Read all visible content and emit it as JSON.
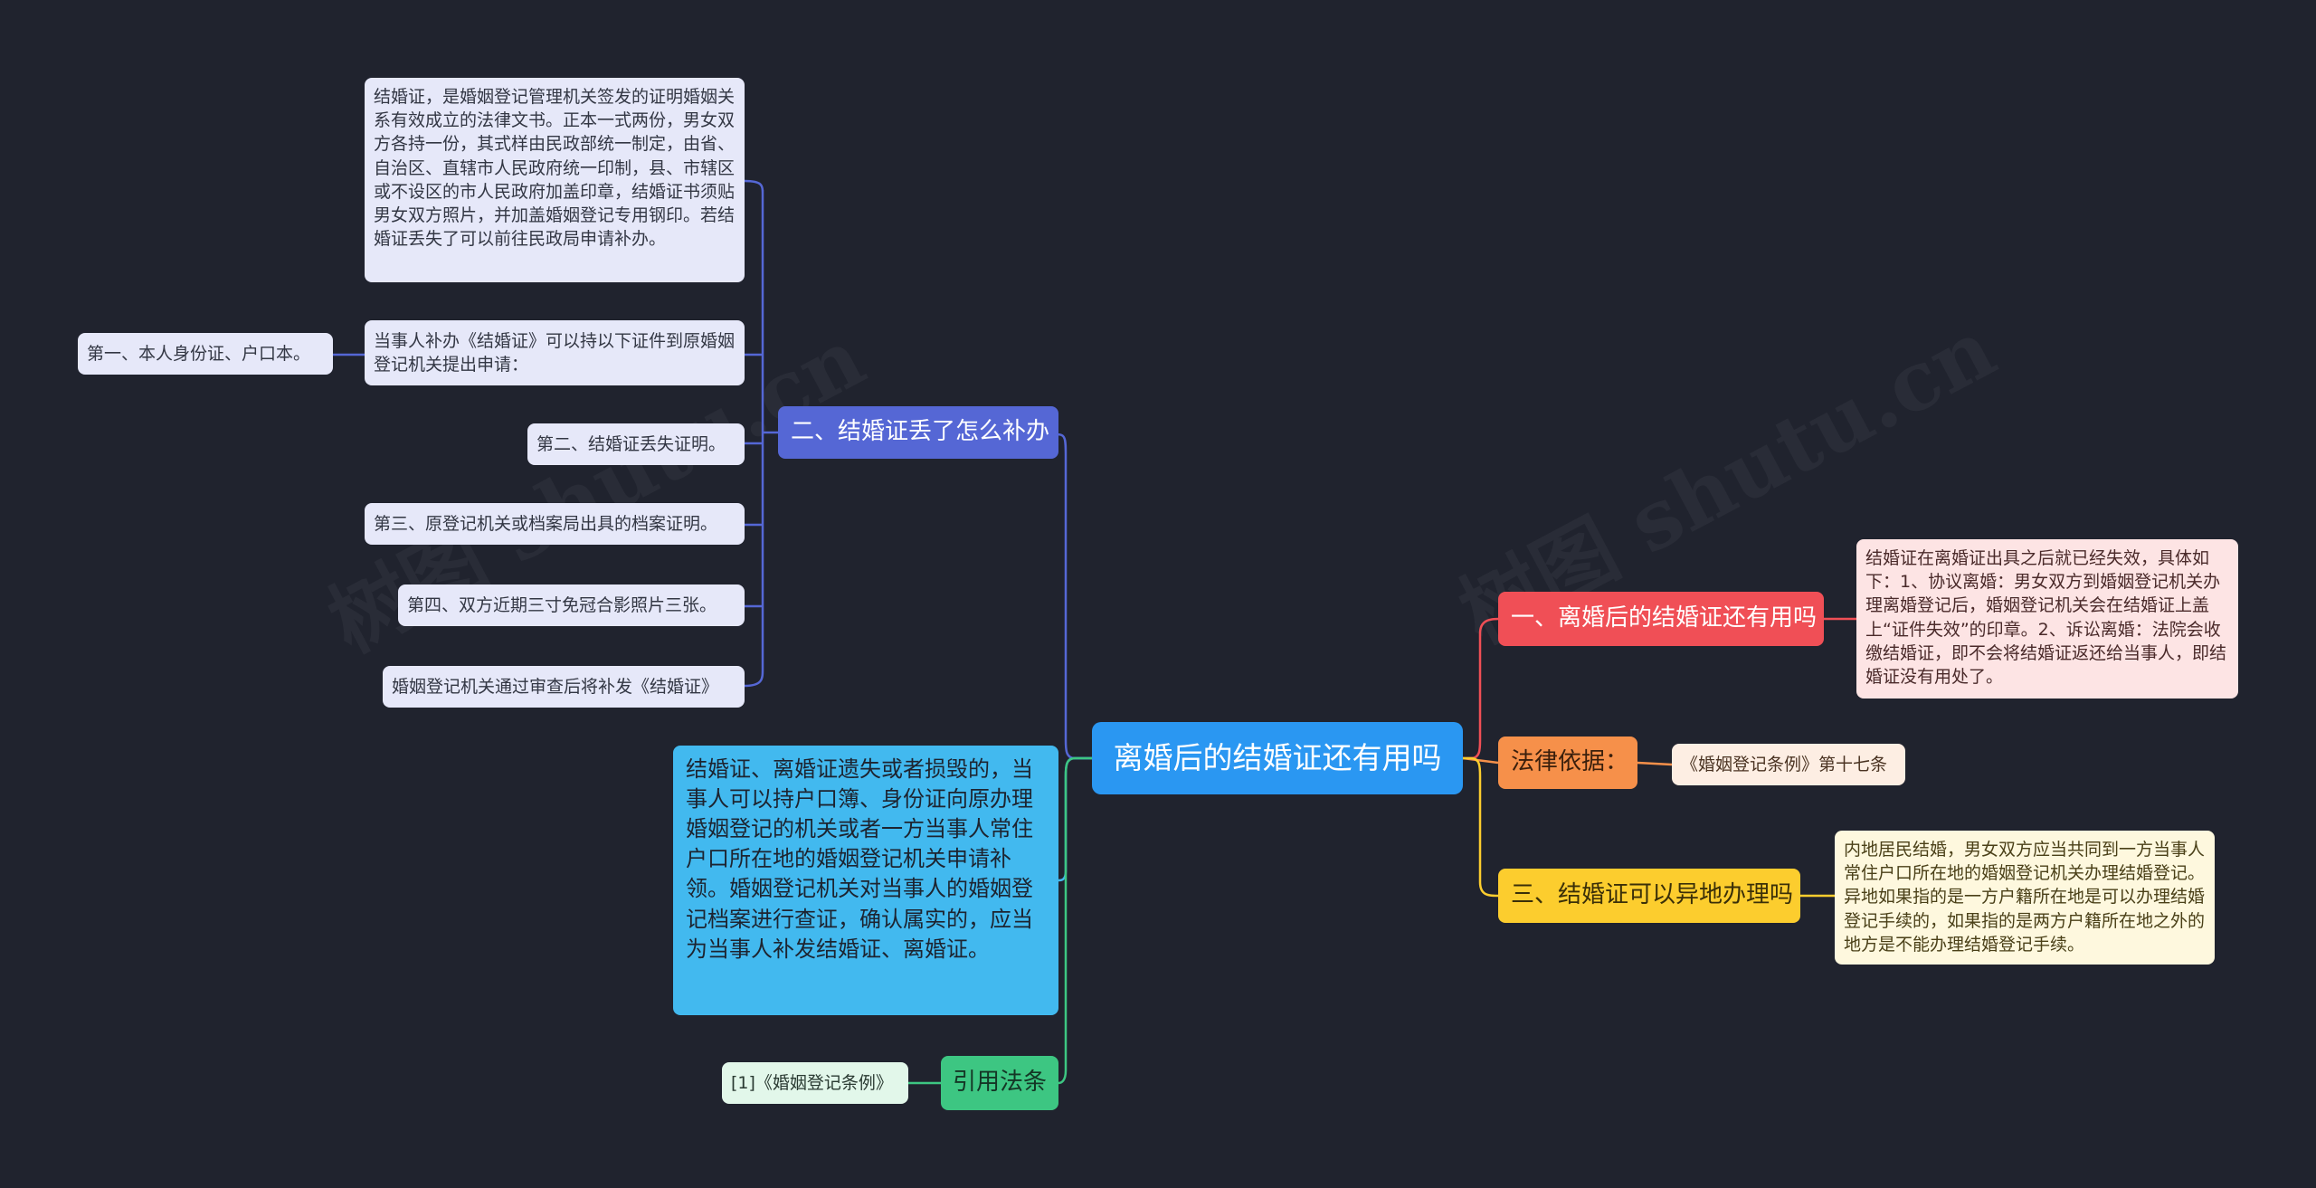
{
  "watermark": "树图 shutu.cn",
  "central": "离婚后的结婚证还有用吗",
  "branch_lost": {
    "label": "二、结婚证丢了怎么补办",
    "definition": "结婚证，是婚姻登记管理机关签发的证明婚姻关系有效成立的法律文书。正本一式两份，男女双方各持一份，其式样由民政部统一制定，由省、自治区、直辖市人民政府统一印制，县、市辖区或不设区的市人民政府加盖印章，结婚证书须贴男女双方照片，并加盖婚姻登记专用钢印。若结婚证丢失了可以前往民政局申请补办。",
    "apply": "当事人补办《结婚证》可以持以下证件到原婚姻登记机关提出申请：",
    "item1": "第一、本人身份证、户口本。",
    "item2": "第二、结婚证丢失证明。",
    "item3": "第三、原登记机关或档案局出具的档案证明。",
    "item4": "第四、双方近期三寸免冠合影照片三张。",
    "reissue": "婚姻登记机关通过审查后将补发《结婚证》"
  },
  "branch_note": "结婚证、离婚证遗失或者损毁的，当事人可以持户口簿、身份证向原办理婚姻登记的机关或者一方当事人常住户口所在地的婚姻登记机关申请补领。婚姻登记机关对当事人的婚姻登记档案进行查证，确认属实的，应当为当事人补发结婚证、离婚证。",
  "branch_cite": {
    "label": "引用法条",
    "leaf": "[1]《婚姻登记条例》"
  },
  "branch_use": {
    "label": "一、离婚后的结婚证还有用吗",
    "leaf": "结婚证在离婚证出具之后就已经失效，具体如下：1、协议离婚：男女双方到婚姻登记机关办理离婚登记后，婚姻登记机关会在结婚证上盖上“证件失效”的印章。2、诉讼离婚：法院会收缴结婚证，即不会将结婚证返还给当事人，即结婚证没有用处了。"
  },
  "branch_law": {
    "label": "法律依据：",
    "leaf": "《婚姻登记条例》第十七条"
  },
  "branch_remote": {
    "label": "三、结婚证可以异地办理吗",
    "leaf": "内地居民结婚，男女双方应当共同到一方当事人常住户口所在地的婚姻登记机关办理结婚登记。异地如果指的是一方户籍所在地是可以办理结婚登记手续的，如果指的是两方户籍所在地之外的地方是不能办理结婚登记手续。"
  },
  "colors": {
    "background": "#20232e",
    "center": "#2a97f2",
    "lost": "#5567d5",
    "lost_leaf": "#e6e8f9",
    "note": "#42b9ef",
    "cite": "#3dc682",
    "cite_leaf": "#e2f7ea",
    "use": "#f04f56",
    "use_leaf": "#fde4e4",
    "law": "#f6904a",
    "law_leaf": "#fdeee3",
    "remote": "#fccd2e",
    "remote_leaf": "#fef8de"
  }
}
